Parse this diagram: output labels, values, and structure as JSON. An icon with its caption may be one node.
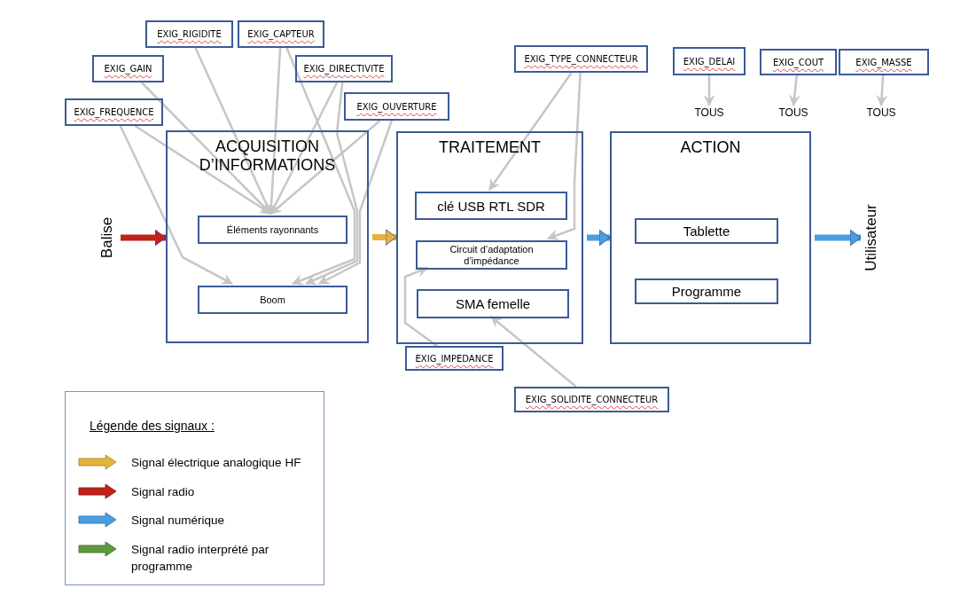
{
  "diagram": {
    "nodes": [
      {
        "text": [
          "EXIG_RIGIDITE"
        ]
      },
      {
        "text": [
          "EXIG_CAPTEUR"
        ]
      },
      {
        "text": [
          "EXIG_GAIN"
        ]
      },
      {
        "text": [
          "EXIG_DIRECTIVITE"
        ]
      },
      {
        "text": [
          "EXIG_FREQUENCE"
        ]
      },
      {
        "text": [
          "EXIG_OUVERTURE"
        ]
      },
      {
        "text": [
          "EXIG_TYPE_CONNECTEUR"
        ]
      },
      {
        "text": [
          "EXIG_DELAI"
        ]
      },
      {
        "text": [
          "EXIG_COUT"
        ]
      },
      {
        "text": [
          "EXIG_MASSE"
        ]
      },
      {
        "text": [
          "TOUS"
        ]
      },
      {
        "text": [
          "TOUS"
        ]
      },
      {
        "text": [
          "TOUS"
        ]
      },
      {
        "text": [
          "Balise"
        ]
      },
      {
        "text": [
          "ACQUISITION D’INFORMATIONS"
        ]
      },
      {
        "text": [
          "Éléments rayonnants"
        ],
        "in": 14
      },
      {
        "text": [
          "Boom"
        ],
        "in": 14
      },
      {
        "text": [
          "TRAITEMENT"
        ]
      },
      {
        "text": [
          "clé USB RTL SDR"
        ],
        "in": 17
      },
      {
        "text": [
          "Circuit d’adaptation d’impédance"
        ],
        "in": 17
      },
      {
        "text": [
          "SMA femelle"
        ],
        "in": 17
      },
      {
        "text": [
          "ACTION"
        ]
      },
      {
        "text": [
          "Tablette"
        ],
        "in": 21
      },
      {
        "text": [
          "Programme"
        ],
        "in": 21
      },
      {
        "text": [
          "Utilisateur"
        ]
      },
      {
        "text": [
          "EXIG_IMPEDANCE"
        ]
      },
      {
        "text": [
          "EXIG_SOLIDITE_CONNECTEUR"
        ]
      }
    ],
    "edges": [
      {
        "from": 4,
        "to": 15,
        "arrow": "to"
      },
      {
        "from": 4,
        "to": 16,
        "arrow": "to"
      },
      {
        "from": 2,
        "to": 15,
        "arrow": "to"
      },
      {
        "from": 0,
        "to": 15,
        "arrow": "to"
      },
      {
        "from": 1,
        "to": 15,
        "arrow": "to"
      },
      {
        "from": 1,
        "to": 16,
        "arrow": "to"
      },
      {
        "from": 3,
        "to": 15,
        "arrow": "to"
      },
      {
        "from": 3,
        "to": 16,
        "arrow": "to"
      },
      {
        "from": 5,
        "to": 15,
        "arrow": "to"
      },
      {
        "from": 5,
        "to": 16,
        "arrow": "to"
      },
      {
        "from": 6,
        "to": 18,
        "arrow": "to"
      },
      {
        "from": 6,
        "to": 19,
        "arrow": "to"
      },
      {
        "from": 25,
        "to": 19,
        "arrow": "to"
      },
      {
        "from": 26,
        "to": 20,
        "arrow": "to"
      },
      {
        "from": 7,
        "to": 10,
        "arrow": "to"
      },
      {
        "from": 8,
        "to": 11,
        "arrow": "to"
      },
      {
        "from": 9,
        "to": 12,
        "arrow": "to"
      },
      {
        "from": 13,
        "to": 14,
        "arrow": "to",
        "style": "thick",
        "color": "#c0211b"
      },
      {
        "from": 14,
        "to": 17,
        "arrow": "to",
        "style": "thick",
        "color": "#e2b43c"
      },
      {
        "from": 17,
        "to": 21,
        "arrow": "to",
        "style": "thick",
        "color": "#4a9de0"
      },
      {
        "from": 21,
        "to": 24,
        "arrow": "to",
        "style": "thick",
        "color": "#4a9de0"
      }
    ],
    "labels": [
      "Légende des signaux :"
    ],
    "legend": [
      {
        "text": "Signal électrique analogique HF",
        "color": "#e2b43c"
      },
      {
        "text": "Signal radio",
        "color": "#c0211b"
      },
      {
        "text": "Signal numérique",
        "color": "#4a9de0"
      },
      {
        "text": "Signal radio interprété par programme",
        "color": "#5e9a3c"
      }
    ]
  }
}
